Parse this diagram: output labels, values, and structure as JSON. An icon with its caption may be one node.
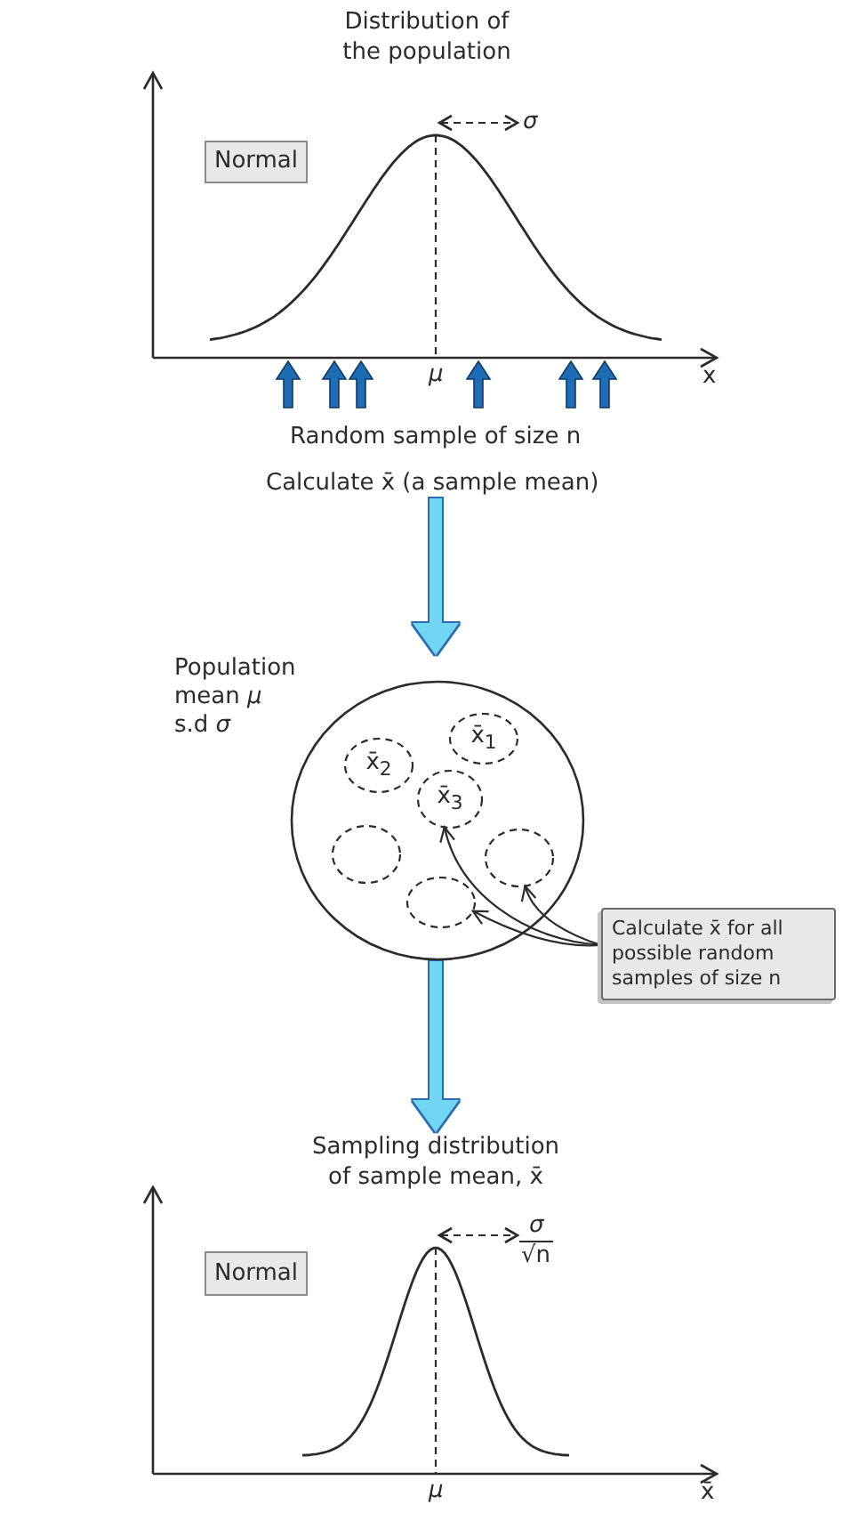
{
  "diagram": {
    "nodes": [
      {
        "text": [
          "Normal"
        ]
      },
      {
        "text": [
          "Calculate x̄ (a sample mean)"
        ]
      },
      {
        "text": [
          "Population mean *μ* s.d *σ*"
        ]
      },
      {
        "text": [
          "x̄$_{1}$"
        ],
        "in": 2
      },
      {
        "text": [
          "x̄$_{2}$"
        ],
        "in": 2
      },
      {
        "text": [
          "x̄$_{3}$"
        ],
        "in": 2
      },
      {
        "text": [],
        "shape": "circle",
        "in": 2
      },
      {
        "text": [],
        "shape": "circle",
        "in": 2
      },
      {
        "text": [],
        "shape": "circle",
        "in": 2
      },
      {
        "text": [
          "Calculate x̄ for all possible random samples of size n"
        ]
      },
      {
        "text": [
          "Sampling distribution of sample mean, x̄"
        ]
      },
      {
        "text": [
          "Normal"
        ]
      }
    ],
    "edges": [
      {
        "from": 1,
        "to": 2,
        "arrow": "to",
        "style": "thick",
        "color": "#6fd6f2"
      },
      {
        "from": 2,
        "to": 10,
        "arrow": "to",
        "style": "thick",
        "color": "#6fd6f2"
      },
      {
        "from": 9,
        "to": 5,
        "arrow": "to"
      },
      {
        "from": 9,
        "to": 7,
        "arrow": "to"
      },
      {
        "from": 9,
        "to": 8,
        "arrow": "to"
      }
    ],
    "labels": [
      "Distribution of the population",
      "σ",
      "μ",
      "x",
      "Random sample of size n",
      "σ",
      "√n",
      "μ",
      "x̄"
    ]
  }
}
